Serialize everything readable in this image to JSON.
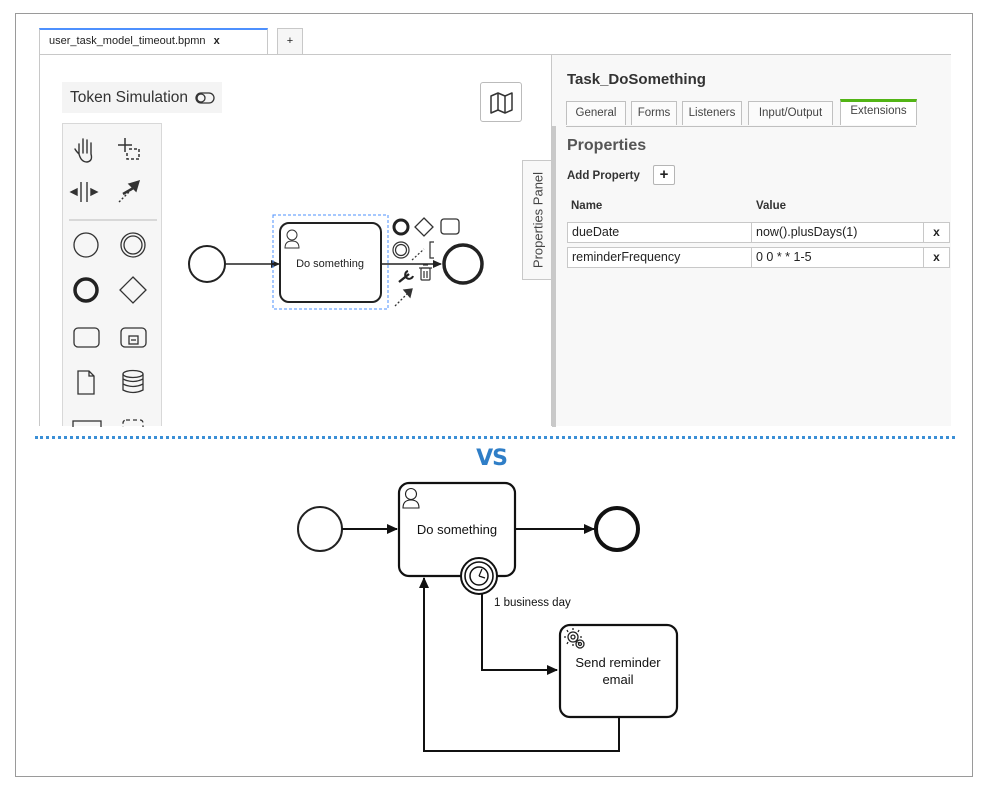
{
  "editor": {
    "tabs": [
      {
        "label": "user_task_model_timeout.bpmn",
        "close": "x"
      },
      {
        "label": "+"
      }
    ],
    "token_simulation_label": "Token Simulation",
    "diagram_top": {
      "task_label": "Do something"
    },
    "properties_panel_tab_label": "Properties Panel",
    "properties_panel": {
      "title": "Task_DoSomething",
      "tabs": [
        "General",
        "Forms",
        "Listeners",
        "Input/Output",
        "Extensions"
      ],
      "active_tab": "Extensions",
      "section_title": "Properties",
      "add_property_label": "Add Property",
      "add_button": "+",
      "columns": [
        "Name",
        "Value"
      ],
      "rows": [
        {
          "name": "dueDate",
          "value": "now().plusDays(1)",
          "delete": "x"
        },
        {
          "name": "reminderFrequency",
          "value": "0 0 * * 1-5",
          "delete": "x"
        }
      ]
    }
  },
  "separator_label": "VS",
  "diagram_bottom": {
    "task_label": "Do something",
    "timer_label": "1 business day",
    "reminder_task_label_line1": "Send reminder",
    "reminder_task_label_line2": "email"
  }
}
